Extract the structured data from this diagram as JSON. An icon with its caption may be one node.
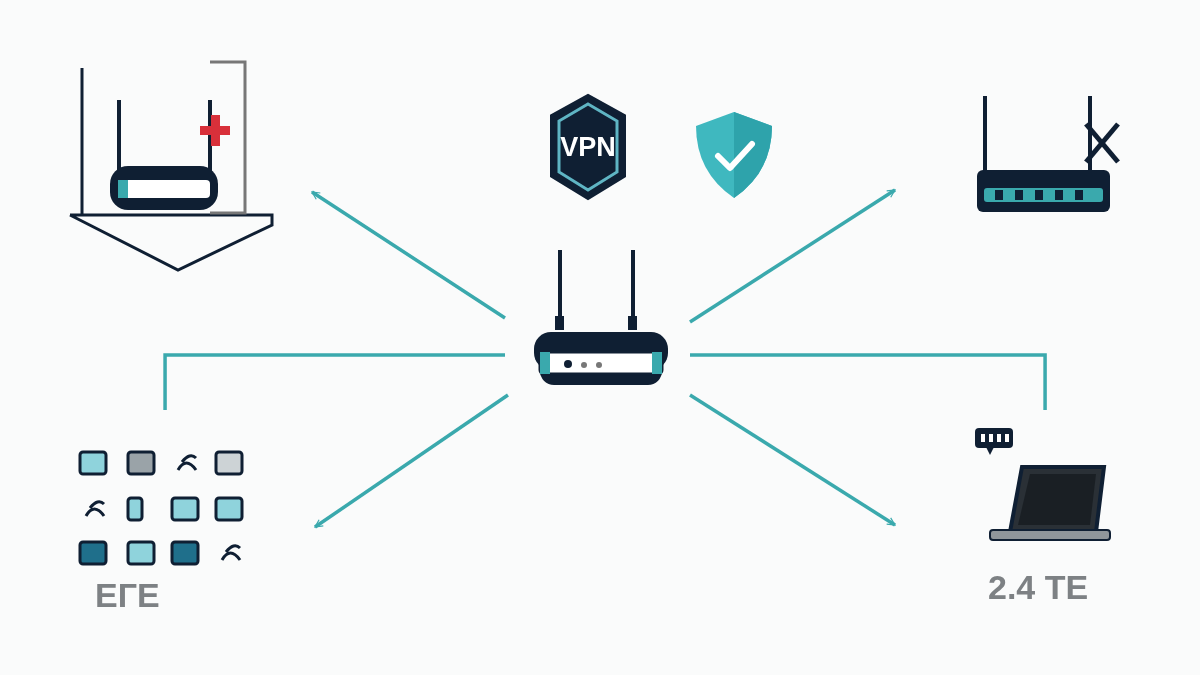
{
  "diagram": {
    "nodes": [
      {
        "text": [],
        "shape": "picture"
      },
      {
        "text": [],
        "shape": "picture"
      },
      {
        "text": [],
        "shape": "picture"
      },
      {
        "text": [],
        "shape": "picture",
        "beside": [
          "EГE"
        ]
      },
      {
        "text": [],
        "shape": "picture",
        "beside": [
          "2.4 TE"
        ]
      },
      {
        "text": [
          "VPN"
        ]
      }
    ],
    "edges": [
      {
        "from": 0,
        "to": 1,
        "arrow": "to"
      },
      {
        "from": 0,
        "to": 2,
        "arrow": "to"
      },
      {
        "from": 0,
        "to": 3,
        "arrow": "none"
      },
      {
        "from": 0,
        "to": 4,
        "arrow": "none"
      },
      {
        "from": 0,
        "to": 3,
        "arrow": "to"
      },
      {
        "from": 0,
        "to": 4,
        "arrow": "to"
      }
    ]
  }
}
